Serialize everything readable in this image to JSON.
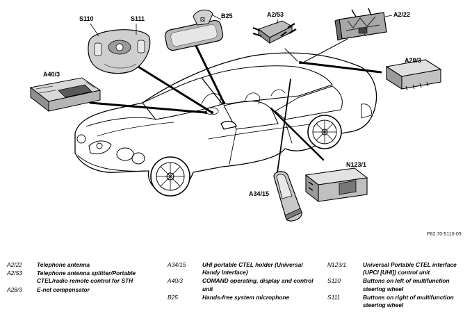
{
  "diagram": {
    "callouts": {
      "s110": "S110",
      "s111": "S111",
      "b25": "B25",
      "a2_53": "A2/53",
      "a2_22": "A2/22",
      "a28_3": "A28/3",
      "a40_3": "A40/3",
      "n123_1": "N123/1",
      "a34_15": "A34/15"
    },
    "reference": "P82.70-5110-09"
  },
  "legend": {
    "col1": [
      {
        "code": "A2/22",
        "desc": "Telephone antenna"
      },
      {
        "code": "A2/53",
        "desc": "Telephone antenna splitter/Portable CTEL/radio remote control for STH"
      },
      {
        "code": "A28/3",
        "desc": "E-net compensator"
      }
    ],
    "col2": [
      {
        "code": "A34/15",
        "desc": "UHI portable CTEL holder (Universal Handy Interface)"
      },
      {
        "code": "A40/3",
        "desc": "COMAND operating, display and control unit"
      },
      {
        "code": "B25",
        "desc": "Hands-free system microphone"
      }
    ],
    "col3": [
      {
        "code": "N123/1",
        "desc": "Universal Portable CTEL interface (UPCI [UHI]) control unit"
      },
      {
        "code": "S110",
        "desc": "Buttons on left of multifunction steering wheel"
      },
      {
        "code": "S111",
        "desc": "Buttons on right of multifunction steering wheel"
      }
    ]
  }
}
